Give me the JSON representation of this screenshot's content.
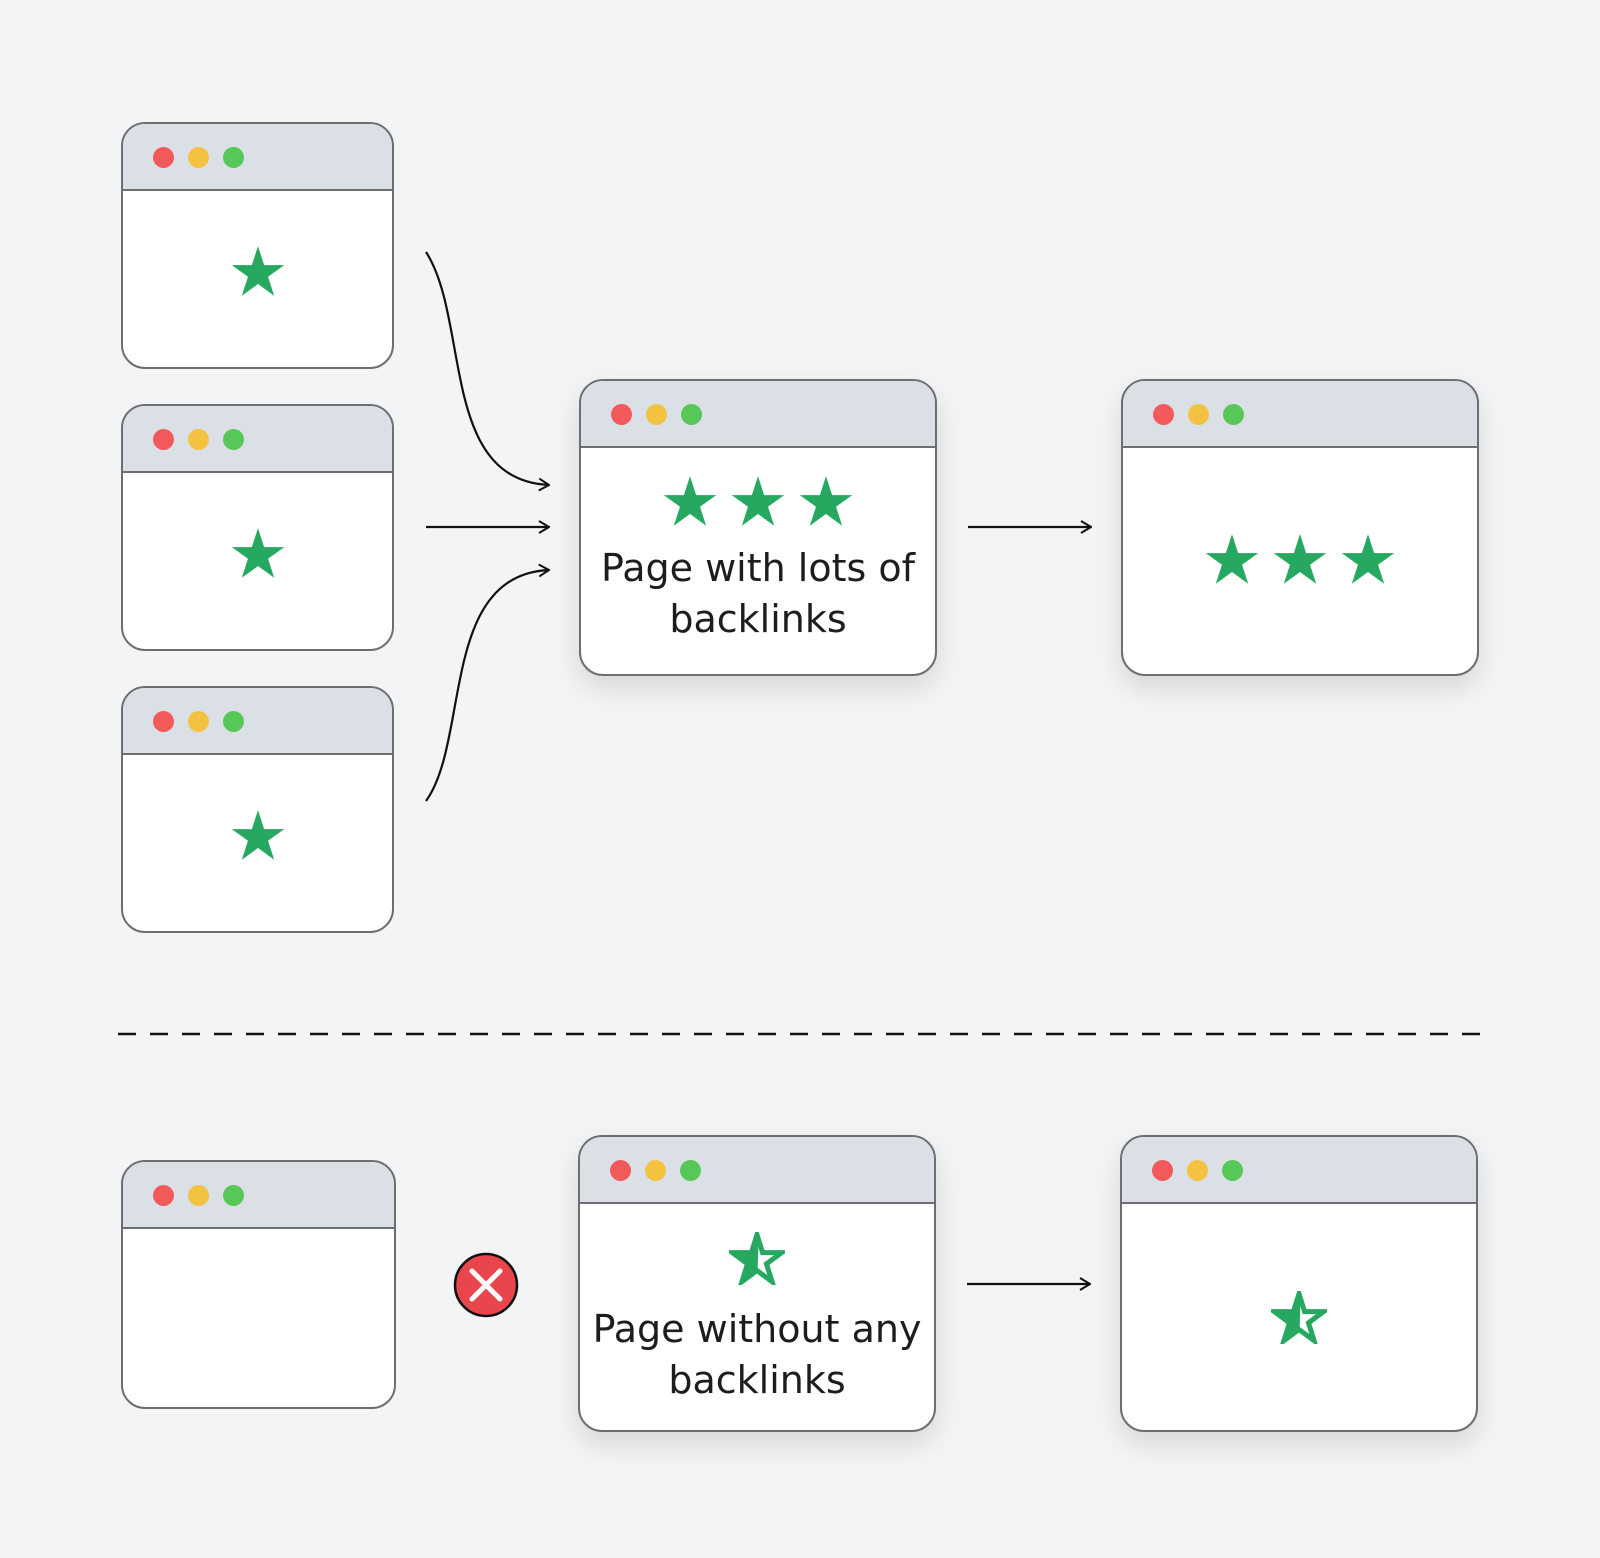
{
  "top": {
    "center_page": {
      "caption_line1": "Page with lots of",
      "caption_line2": "backlinks",
      "star_count": 3
    },
    "result_page": {
      "star_count": 3
    },
    "source_pages": [
      {
        "star_count": 1
      },
      {
        "star_count": 1
      },
      {
        "star_count": 1
      }
    ]
  },
  "bottom": {
    "center_page": {
      "caption_line1": "Page without any",
      "caption_line2": "backlinks",
      "star_count": 1,
      "star_style": "partial"
    },
    "result_page": {
      "star_count": 1,
      "star_style": "partial"
    },
    "source_page": {
      "star_count": 0
    },
    "blocked_icon": "x-circle-icon"
  },
  "colors": {
    "star": "#27a860",
    "window_border": "#6e6e70",
    "titlebar": "#dae0e6",
    "dot_red": "#f2595a",
    "dot_yellow": "#f4c241",
    "dot_green": "#57c758",
    "blocked": "#e8454c",
    "background": "#f3f4f6"
  }
}
